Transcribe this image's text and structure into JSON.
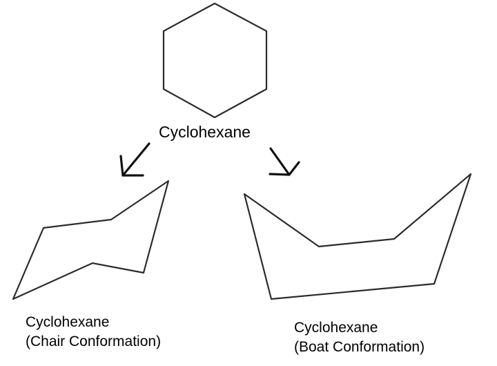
{
  "diagram": {
    "top_label": "Cyclohexane",
    "chair": {
      "line1": "Cyclohexane",
      "line2": "(Chair Conformation)"
    },
    "boat": {
      "line1": "Cyclohexane",
      "line2": "(Boat Conformation)"
    },
    "colors": {
      "stroke": "#2b2b2b",
      "arrow": "#111111",
      "text": "#000000",
      "background": "#ffffff"
    }
  }
}
